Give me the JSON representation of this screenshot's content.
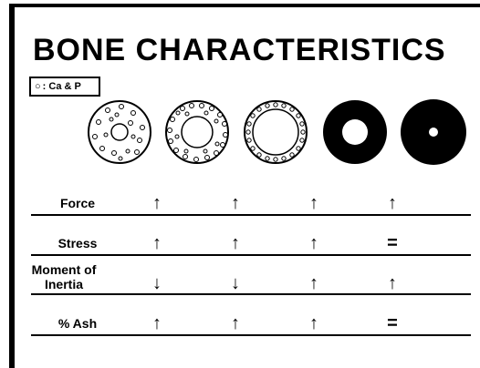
{
  "title": "BONE CHARACTERISTICS",
  "legend": {
    "marker": "○",
    "text": ": Ca & P"
  },
  "bones": [
    {
      "name": "bone-cross-section-1",
      "style": "sparse-pores"
    },
    {
      "name": "bone-cross-section-2",
      "style": "dense-pores"
    },
    {
      "name": "bone-cross-section-3",
      "style": "thin-porous-ring"
    },
    {
      "name": "bone-cross-section-4",
      "style": "thick-solid-ring"
    },
    {
      "name": "bone-cross-section-5",
      "style": "solid-small-core"
    }
  ],
  "rows": [
    {
      "label": "Force",
      "changes": [
        "↑",
        "↑",
        "↑",
        "↑"
      ]
    },
    {
      "label": "Stress",
      "changes": [
        "↑",
        "↑",
        "↑",
        "="
      ]
    },
    {
      "label": "Moment of Inertia",
      "changes": [
        "↓",
        "↓",
        "↑",
        "↑"
      ]
    },
    {
      "label": "% Ash",
      "changes": [
        "↑",
        "↑",
        "↑",
        "="
      ]
    }
  ]
}
